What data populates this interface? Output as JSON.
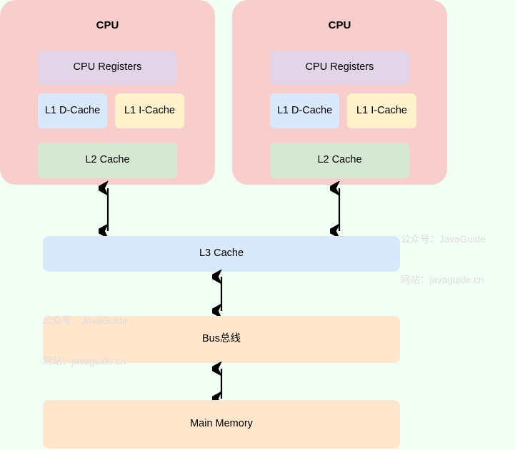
{
  "diagram": {
    "title": "CPU cache hierarchy and memory architecture",
    "background_color": "#f2fff5",
    "colors": {
      "cpu_shell": "#f8cecc",
      "registers": "#e1d5e7",
      "d_cache": "#dae8fc",
      "i_cache": "#fff2cc",
      "l2_cache": "#d5e8d4",
      "l3_cache": "#dae8fc",
      "bus": "#ffe6cc",
      "main_memory": "#ffe6cc",
      "arrow": "#000000",
      "watermark": "#dcdcdc"
    }
  },
  "cpus": [
    {
      "title": "CPU",
      "registers_label": "CPU Registers",
      "d_cache_label": "L1 D-Cache",
      "i_cache_label": "L1 I-Cache",
      "l2_label": "L2 Cache"
    },
    {
      "title": "CPU",
      "registers_label": "CPU Registers",
      "d_cache_label": "L1 D-Cache",
      "i_cache_label": "L1 I-Cache",
      "l2_label": "L2 Cache"
    }
  ],
  "shared": {
    "l3_label": "L3 Cache",
    "bus_label": "Bus总线",
    "memory_label": "Main Memory"
  },
  "watermarks": [
    {
      "line1": "公众号：JavaGuide",
      "line2": "网站：javaguide.cn"
    },
    {
      "line1": "公众号：JavaGuide",
      "line2": "网站：javaguide.cn"
    }
  ],
  "connections": [
    {
      "from": "cpu-1-l2-cache",
      "to": "l3-cache",
      "style": "double-arrow"
    },
    {
      "from": "cpu-2-l2-cache",
      "to": "l3-cache",
      "style": "double-arrow"
    },
    {
      "from": "l3-cache",
      "to": "bus",
      "style": "double-arrow"
    },
    {
      "from": "bus",
      "to": "main-memory",
      "style": "double-arrow"
    }
  ]
}
